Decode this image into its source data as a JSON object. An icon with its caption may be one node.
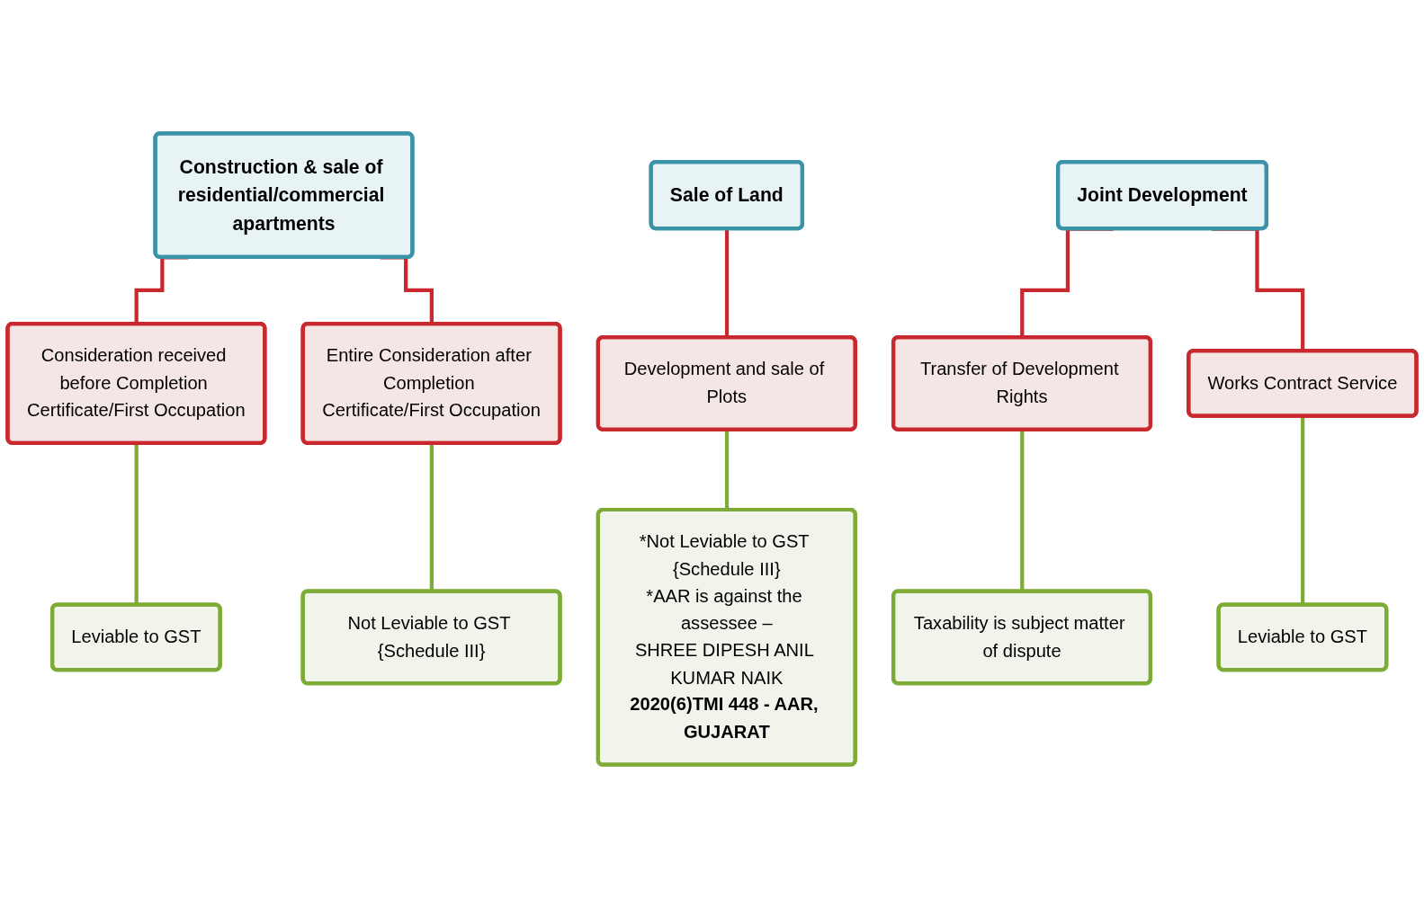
{
  "diagram": {
    "nodes": [
      {
        "text": [
          "Construction & sale of residential/commercial apartments"
        ]
      },
      {
        "text": [
          "Sale of Land"
        ]
      },
      {
        "text": [
          "Joint Development"
        ]
      },
      {
        "text": [
          "Consideration received before Completion Certificate/First Occupation"
        ]
      },
      {
        "text": [
          "Entire Consideration after Completion Certificate/First Occupation"
        ]
      },
      {
        "text": [
          "Development and sale of Plots"
        ]
      },
      {
        "text": [
          "Transfer of Development Rights"
        ]
      },
      {
        "text": [
          "Works Contract Service"
        ]
      },
      {
        "text": [
          "Leviable to GST"
        ]
      },
      {
        "text": [
          "Not Leviable to GST {Schedule III}"
        ]
      },
      {
        "text": [
          "*Not Leviable to GST {Schedule III}",
          "*AAR is against the assessee –",
          "SHREE DIPESH ANIL KUMAR NAIK",
          "2020(6)TMI 448 - AAR, GUJARAT"
        ]
      },
      {
        "text": [
          "Taxability is subject matter of dispute"
        ]
      },
      {
        "text": [
          "Leviable to GST"
        ]
      }
    ],
    "edges": [
      {
        "from": 0,
        "to": 3,
        "arrow": "none"
      },
      {
        "from": 0,
        "to": 4,
        "arrow": "none"
      },
      {
        "from": 1,
        "to": 5,
        "arrow": "none"
      },
      {
        "from": 2,
        "to": 6,
        "arrow": "none"
      },
      {
        "from": 2,
        "to": 7,
        "arrow": "none"
      },
      {
        "from": 3,
        "to": 8,
        "arrow": "none",
        "color": "#7eab35"
      },
      {
        "from": 4,
        "to": 9,
        "arrow": "none",
        "color": "#7eab35"
      },
      {
        "from": 5,
        "to": 10,
        "arrow": "none",
        "color": "#7eab35"
      },
      {
        "from": 6,
        "to": 11,
        "arrow": "none",
        "color": "#7eab35"
      },
      {
        "from": 7,
        "to": 12,
        "arrow": "none",
        "color": "#7eab35"
      }
    ]
  }
}
